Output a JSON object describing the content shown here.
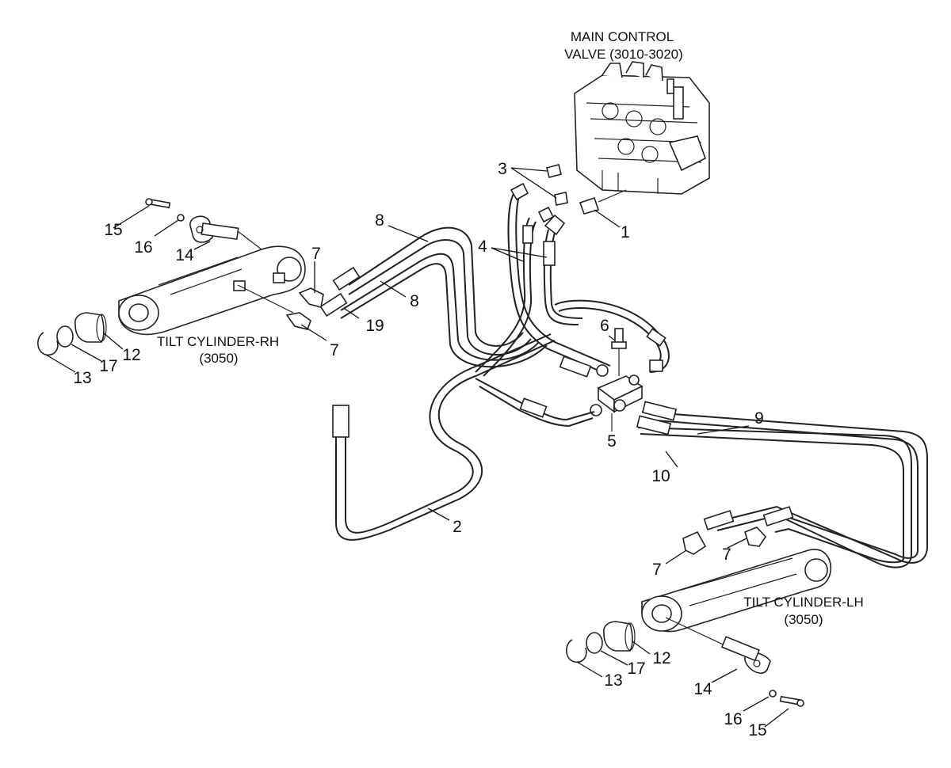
{
  "components": {
    "main_valve_line1": "MAIN CONTROL",
    "main_valve_line2": "VALVE (3010-3020)",
    "tilt_rh_line1": "TILT CYLINDER-RH",
    "tilt_rh_line2": "(3050)",
    "tilt_lh_line1": "TILT CYLINDER-LH",
    "tilt_lh_line2": "(3050)"
  },
  "callouts": [
    {
      "id": "c1",
      "text": "1"
    },
    {
      "id": "c2",
      "text": "2"
    },
    {
      "id": "c3",
      "text": "3"
    },
    {
      "id": "c4",
      "text": "4"
    },
    {
      "id": "c5",
      "text": "5"
    },
    {
      "id": "c6",
      "text": "6"
    },
    {
      "id": "c7a",
      "text": "7"
    },
    {
      "id": "c7b",
      "text": "7"
    },
    {
      "id": "c7c",
      "text": "7"
    },
    {
      "id": "c7d",
      "text": "7"
    },
    {
      "id": "c8a",
      "text": "8"
    },
    {
      "id": "c8b",
      "text": "8"
    },
    {
      "id": "c9",
      "text": "9"
    },
    {
      "id": "c10",
      "text": "10"
    },
    {
      "id": "c12a",
      "text": "12"
    },
    {
      "id": "c12b",
      "text": "12"
    },
    {
      "id": "c13a",
      "text": "13"
    },
    {
      "id": "c13b",
      "text": "13"
    },
    {
      "id": "c14a",
      "text": "14"
    },
    {
      "id": "c14b",
      "text": "14"
    },
    {
      "id": "c15a",
      "text": "15"
    },
    {
      "id": "c15b",
      "text": "15"
    },
    {
      "id": "c16a",
      "text": "16"
    },
    {
      "id": "c16b",
      "text": "16"
    },
    {
      "id": "c17a",
      "text": "17"
    },
    {
      "id": "c17b",
      "text": "17"
    },
    {
      "id": "c19",
      "text": "19"
    }
  ]
}
